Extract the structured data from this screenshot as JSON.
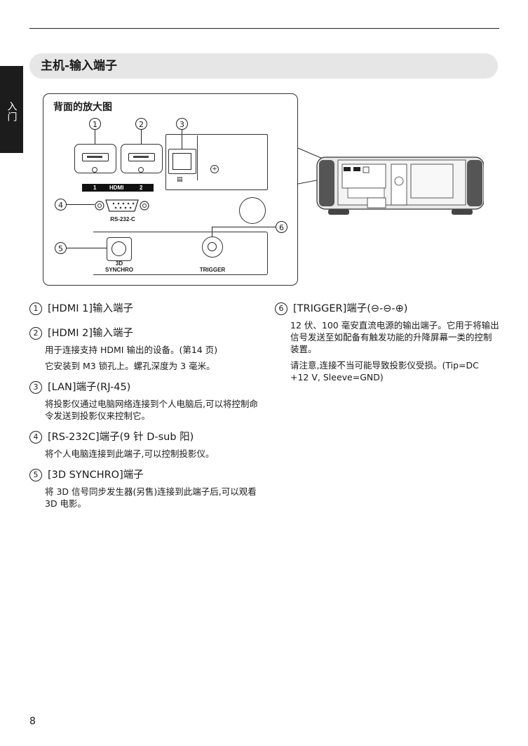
{
  "side_tab": {
    "label": "入门"
  },
  "section": {
    "title": "主机-输入端子"
  },
  "diagram": {
    "title": "背面的放大图",
    "callouts": [
      "1",
      "2",
      "3",
      "4",
      "5",
      "6"
    ],
    "hdmi_bar": {
      "n1": "1",
      "name": "HDMI",
      "n2": "2"
    },
    "rs232_label": "RS-232-C",
    "synchro_label_line1": "3D",
    "synchro_label_line2": "SYNCHRO",
    "trigger_label": "TRIGGER"
  },
  "items": [
    {
      "num": "1",
      "title": "[HDMI 1]输入端子",
      "desc": []
    },
    {
      "num": "2",
      "title": "[HDMI 2]输入端子",
      "desc": [
        "用于连接支持 HDMI 输出的设备。(第14 页)",
        "它安装到 M3 锁孔上。螺孔深度为 3 毫米。"
      ]
    },
    {
      "num": "3",
      "title": "[LAN]端子(RJ-45)",
      "desc": [
        "将投影仪通过电脑网络连接到个人电脑后,可以将控制命令发送到投影仪来控制它。"
      ]
    },
    {
      "num": "4",
      "title": "[RS-232C]端子(9 针 D-sub 阳)",
      "desc": [
        "将个人电脑连接到此端子,可以控制投影仪。"
      ]
    },
    {
      "num": "5",
      "title": "[3D SYNCHRO]端子",
      "desc": [
        "将 3D 信号同步发生器(另售)连接到此端子后,可以观看 3D 电影。"
      ]
    },
    {
      "num": "6",
      "title": "[TRIGGER]端子(⊖-⊖-⊕)",
      "desc": [
        "12 伏、100 毫安直流电源的输出端子。它用于将输出信号发送至如配备有触发功能的升降屏幕一类的控制装置。",
        "请注意,连接不当可能导致投影仪受损。(Tip=DC +12 V, Sleeve=GND)"
      ]
    }
  ],
  "page_number": "8"
}
